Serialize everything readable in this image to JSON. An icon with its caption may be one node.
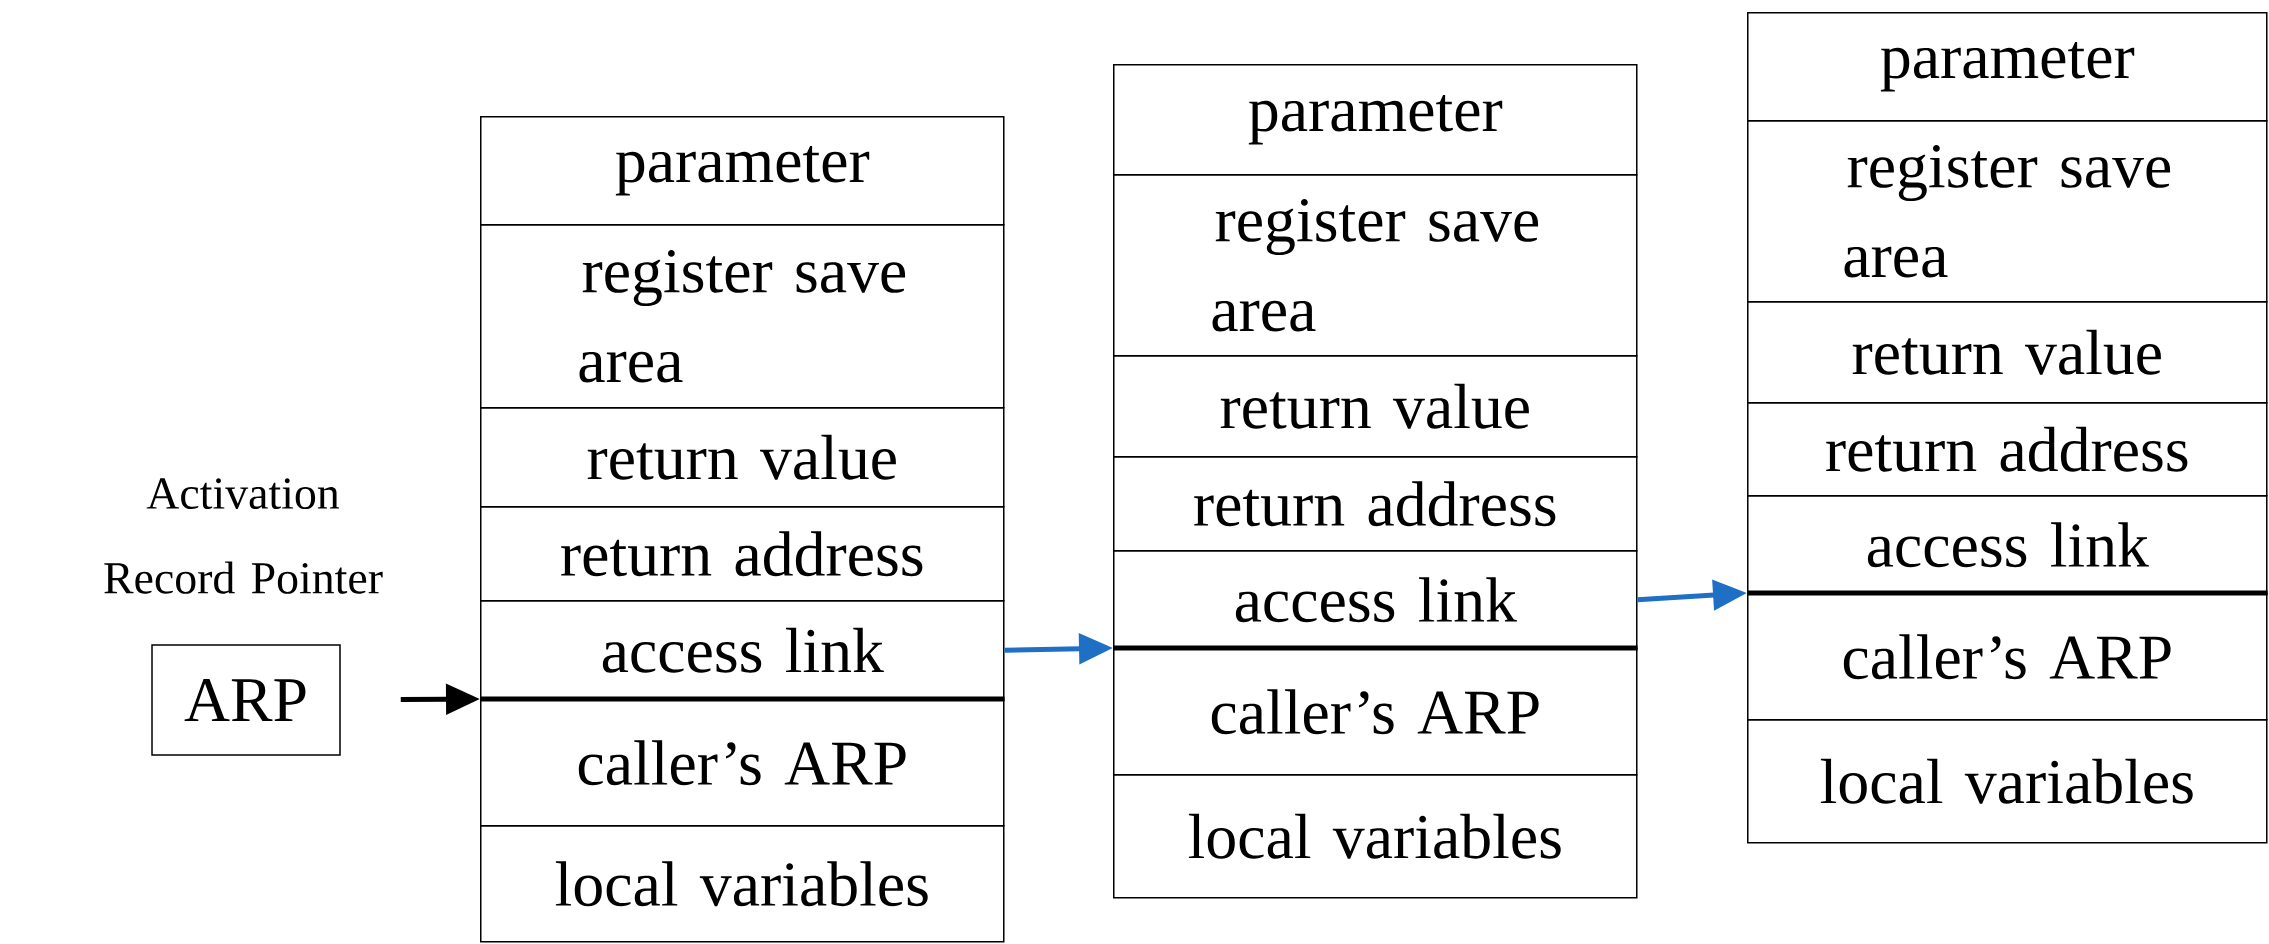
{
  "diagram": {
    "nodes": [
      {
        "text": [
          "ARP"
        ],
        "beside": [
          "Activation Record Pointer"
        ]
      },
      {
        "text": [
          "parameter"
        ]
      },
      {
        "text": [
          "register save area"
        ]
      },
      {
        "text": [
          "return value"
        ]
      },
      {
        "text": [
          "return address"
        ]
      },
      {
        "text": [
          "access link"
        ]
      },
      {
        "text": [
          "caller’s ARP"
        ]
      },
      {
        "text": [
          "local variables"
        ]
      },
      {
        "text": [
          "parameter"
        ]
      },
      {
        "text": [
          "register save area"
        ]
      },
      {
        "text": [
          "return value"
        ]
      },
      {
        "text": [
          "return address"
        ]
      },
      {
        "text": [
          "access link"
        ]
      },
      {
        "text": [
          "caller’s ARP"
        ]
      },
      {
        "text": [
          "local variables"
        ]
      },
      {
        "text": [
          "parameter"
        ]
      },
      {
        "text": [
          "register save area"
        ]
      },
      {
        "text": [
          "return value"
        ]
      },
      {
        "text": [
          "return address"
        ]
      },
      {
        "text": [
          "access link"
        ]
      },
      {
        "text": [
          "caller’s ARP"
        ]
      },
      {
        "text": [
          "local variables"
        ]
      }
    ],
    "edges": [
      {
        "from": 0,
        "to": 6,
        "arrow": "to",
        "color": "#000000"
      },
      {
        "from": 5,
        "to": 13,
        "arrow": "to",
        "color": "#1f6fc5"
      },
      {
        "from": 12,
        "to": 20,
        "arrow": "to",
        "color": "#1f6fc5"
      }
    ]
  }
}
